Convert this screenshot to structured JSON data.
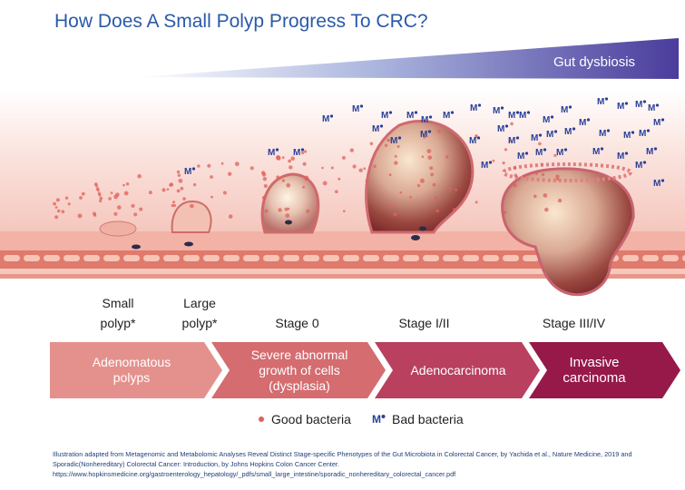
{
  "title": "How Does A Small Polyp Progress To CRC?",
  "dysbiosis_label": "Gut dysbiosis",
  "stages": [
    {
      "line1": "Small",
      "line2": "polyp*"
    },
    {
      "line1": "Large",
      "line2": "polyp*"
    },
    {
      "line1": "",
      "line2": "Stage 0"
    },
    {
      "line1": "",
      "line2": "Stage I/II"
    },
    {
      "line1": "",
      "line2": "Stage III/IV"
    }
  ],
  "progression": [
    {
      "line1": "Adenomatous",
      "line2": "polyps",
      "line3": "",
      "color": "#e4918d"
    },
    {
      "line1": "Severe abnormal",
      "line2": "growth of cells",
      "line3": "(dysplasia)",
      "color": "#d46c70"
    },
    {
      "line1": "Adenocarcinoma",
      "line2": "",
      "line3": "",
      "color": "#b9405f"
    },
    {
      "line1": "Invasive",
      "line2": "carcinoma",
      "line3": "",
      "color": "#96194a"
    }
  ],
  "legend": {
    "good": "Good bacteria",
    "bad": "Bad bacteria",
    "good_color": "#e0605a",
    "bad_color": "#2a3f99",
    "bad_icon": "bad-bacteria-icon"
  },
  "footnote": {
    "line1": "Illustration adapted from Metagenomic and Metabolomic Analyses Reveal Distinct Stage-specific Phenotypes of the Gut Microbiota in Colorectal Cancer, by Yachida et al., Nature Medicine, 2019 and",
    "line2": "Sporadic(Nonhereditary) Colorectal Cancer: Introduction, by Johns Hopkins Colon Cancer Center.",
    "line3": "https://www.hopkinsmedicine.org/gastroenterology_hepatology/_pdfs/small_large_intestine/sporadic_nonhereditary_colorectal_cancer.pdf"
  }
}
